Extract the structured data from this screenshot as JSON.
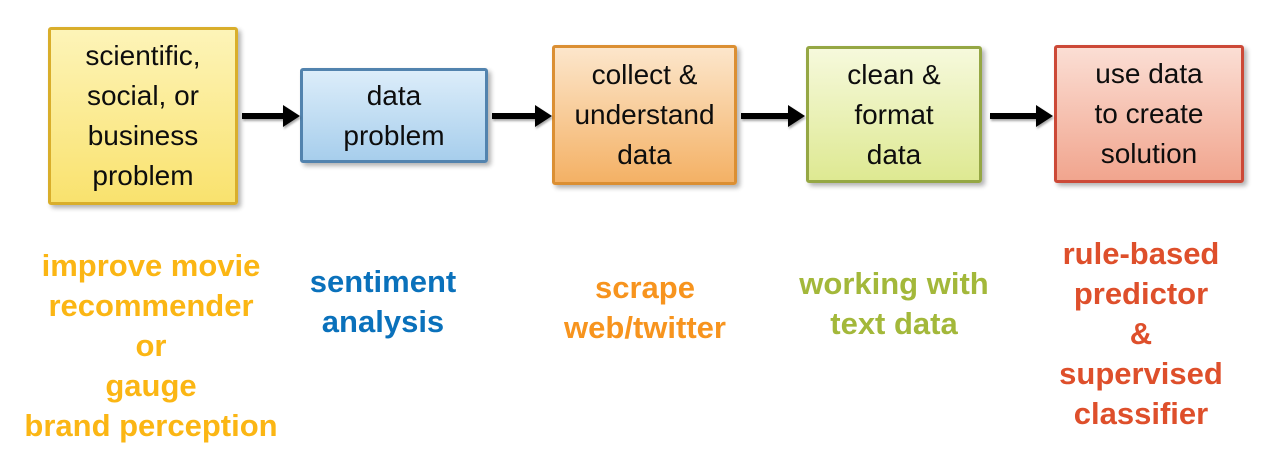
{
  "background": "#ffffff",
  "arrow_color": "#000000",
  "stages": [
    {
      "box_text": "scientific,\nsocial, or\nbusiness\nproblem",
      "label_text": "improve movie\nrecommender\nor\ngauge\nbrand perception",
      "colors": {
        "fill_top": "#fdf4b8",
        "fill_bottom": "#f9e26e",
        "border": "#d9ae2b",
        "label": "#fbb614"
      }
    },
    {
      "box_text": "data\nproblem",
      "label_text": "sentiment\nanalysis",
      "colors": {
        "fill_top": "#dcedfa",
        "fill_bottom": "#a7ceec",
        "border": "#5283ae",
        "label": "#0a71bb"
      }
    },
    {
      "box_text": "collect &\nunderstand\ndata",
      "label_text": "scrape\nweb/twitter",
      "colors": {
        "fill_top": "#fce6cb",
        "fill_bottom": "#f4b165",
        "border": "#db8f33",
        "label": "#f7941e"
      }
    },
    {
      "box_text": "clean &\nformat\ndata",
      "label_text": "working with\ntext data",
      "colors": {
        "fill_top": "#f6f9dc",
        "fill_bottom": "#dee992",
        "border": "#95a744",
        "label": "#a3b83a"
      }
    },
    {
      "box_text": "use data\nto create\nsolution",
      "label_text": "rule-based\npredictor\n&\nsupervised\nclassifier",
      "colors": {
        "fill_top": "#fbded4",
        "fill_bottom": "#f1a58e",
        "border": "#cc4937",
        "label": "#de4f2b"
      }
    }
  ]
}
